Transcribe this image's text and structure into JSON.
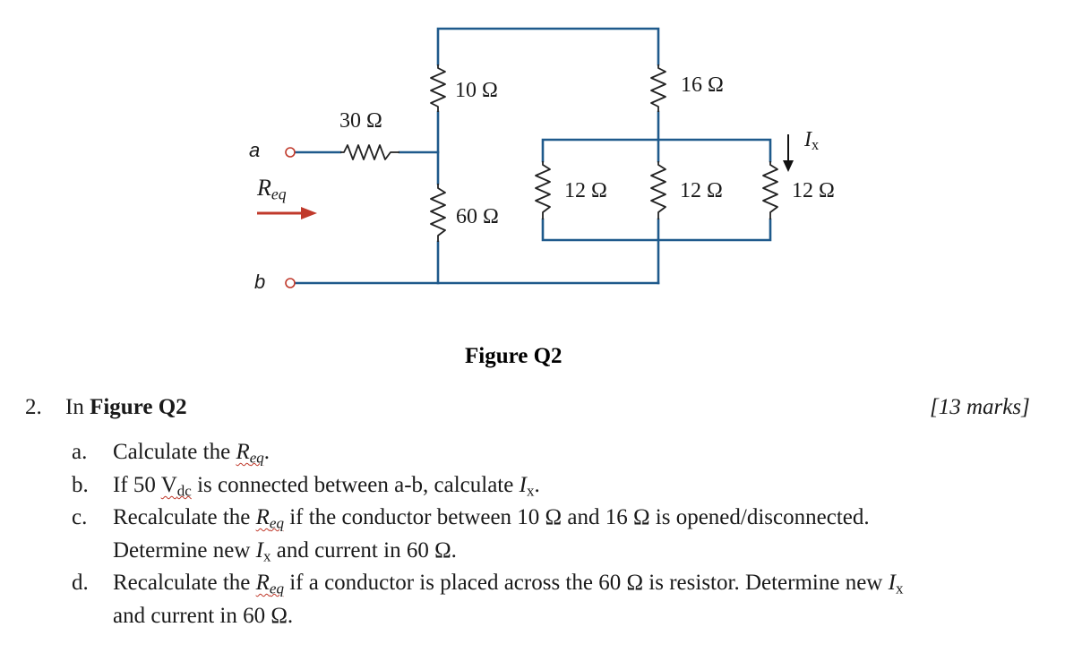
{
  "figure": {
    "resistors": {
      "r10": "10 Ω",
      "r16": "16 Ω",
      "r30": "30 Ω",
      "r60": "60 Ω",
      "r12a": "12 Ω",
      "r12b": "12 Ω",
      "r12c": "12 Ω"
    },
    "terminal_a": "a",
    "terminal_b": "b",
    "req_main": "R",
    "req_sub": "eq",
    "ix_main": "I",
    "ix_sub": "x",
    "caption": "Figure Q2",
    "colors": {
      "wire": "#1f5a8c",
      "resistor": "#222222",
      "arrow": "#c0392b",
      "terminal": "#c0392b"
    }
  },
  "question": {
    "number": "2.",
    "intro": "In ",
    "intro_ref": "Figure Q2",
    "marks": "[13 marks]",
    "items": {
      "a": {
        "marker": "a.",
        "t1": "Calculate the ",
        "req": "R",
        "req_sub": "eq",
        "t2": "."
      },
      "b": {
        "marker": "b.",
        "t1": "If 50 ",
        "v": "V",
        "v_sub": "dc",
        "t2": " is connected between a-b, calculate ",
        "ix": "I",
        "ix_sub": "x",
        "t3": "."
      },
      "c": {
        "marker": "c.",
        "t1": "Recalculate the ",
        "req": "R",
        "req_sub": "eq",
        "t2": " if the conductor between 10 Ω and 16 Ω is opened/disconnected.",
        "t3": "Determine new ",
        "ix": "I",
        "ix_sub": "x",
        "t4": " and current in 60 Ω."
      },
      "d": {
        "marker": "d.",
        "t1": "Recalculate the ",
        "req": "R",
        "req_sub": "eq",
        "t2": " if a conductor is placed across the 60 Ω is resistor. Determine new ",
        "ix": "I",
        "ix_sub": "x",
        "t3": "and current in 60 Ω."
      }
    }
  }
}
